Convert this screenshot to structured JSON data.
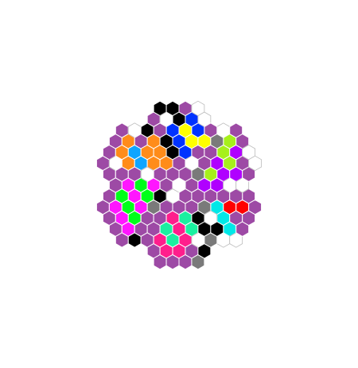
{
  "palette": {
    "purple": "#9d4aa5",
    "white": "#ffffff",
    "black": "#000000",
    "gray": "#7a7a7a",
    "red": "#ff0000",
    "cyan": "#00e8e8",
    "lime": "#a6f01b",
    "violet": "#b000ff",
    "yellow": "#ffff00",
    "blue": "#0033ff",
    "orange": "#ff8c1a",
    "skyblue": "#0ea5ff",
    "green": "#00ff1a",
    "magenta": "#ff16ff",
    "teal": "#1af0a0",
    "pink": "#ff1e8c"
  },
  "board": {
    "ring_radius": 5,
    "rosette_radius": 3,
    "rosettes": [
      {
        "name": "top",
        "dir": 0,
        "colors": [
          "red",
          "cyan"
        ]
      },
      {
        "name": "upper-right",
        "dir": 1,
        "colors": [
          "lime",
          "violet"
        ]
      },
      {
        "name": "lower-right",
        "dir": 2,
        "colors": [
          "yellow",
          "blue"
        ]
      },
      {
        "name": "bottom",
        "dir": 3,
        "colors": [
          "orange",
          "skyblue"
        ]
      },
      {
        "name": "lower-left",
        "dir": 4,
        "colors": [
          "green",
          "magenta"
        ]
      },
      {
        "name": "upper-left",
        "dir": 5,
        "colors": [
          "teal",
          "pink"
        ]
      }
    ]
  }
}
